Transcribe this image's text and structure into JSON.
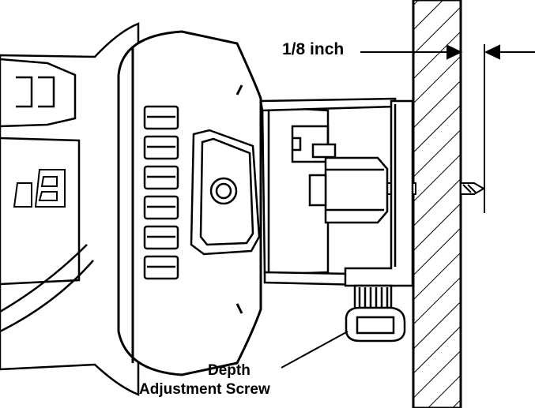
{
  "labels": {
    "depth_measure": "1/8 inch",
    "screw_line1": "Depth",
    "screw_line2": "Adjustment Screw"
  },
  "colors": {
    "ink": "#000000",
    "paper": "#ffffff"
  }
}
